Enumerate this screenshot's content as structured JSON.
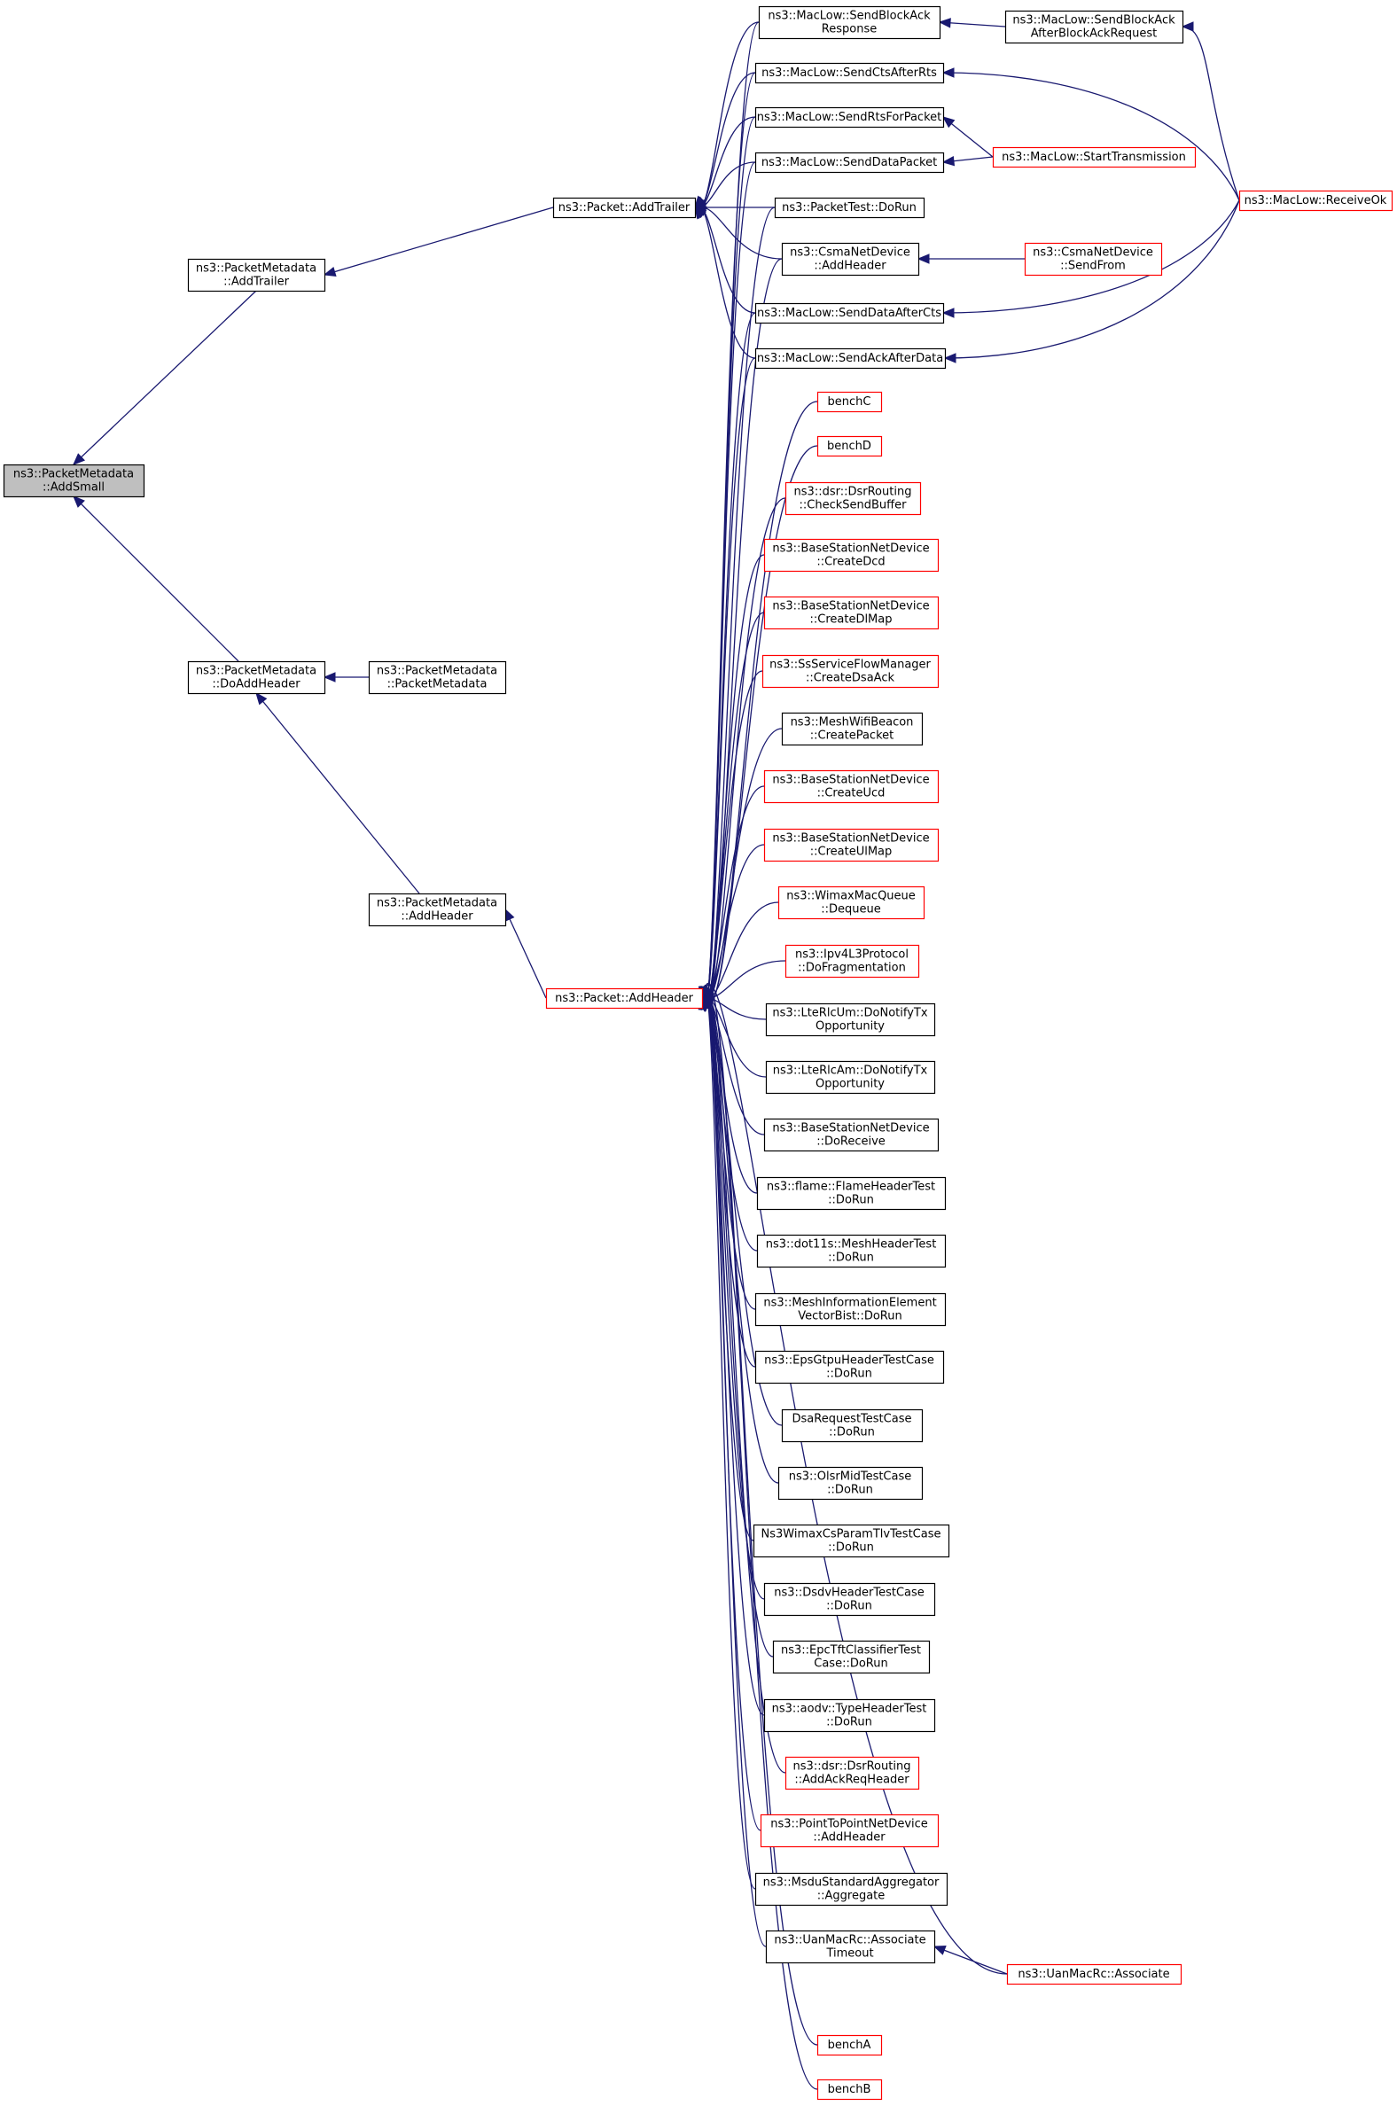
{
  "title": "",
  "colors": {
    "edge": "#191970",
    "node_border_normal": "#000000",
    "node_border_truncated": "#ff0000",
    "node_fill_focus": "#bfbfbf",
    "node_fill": "#ffffff"
  },
  "nodes": {
    "addsmall": {
      "lines": [
        "ns3::PacketMetadata",
        "::AddSmall"
      ],
      "style": "focus"
    },
    "pm_addtrailer": {
      "lines": [
        "ns3::PacketMetadata",
        "::AddTrailer"
      ],
      "style": "normal"
    },
    "pm_doaddheader": {
      "lines": [
        "ns3::PacketMetadata",
        "::DoAddHeader"
      ],
      "style": "normal"
    },
    "pm_ctor": {
      "lines": [
        "ns3::PacketMetadata",
        "::PacketMetadata"
      ],
      "style": "normal"
    },
    "pm_addheader": {
      "lines": [
        "ns3::PacketMetadata",
        "::AddHeader"
      ],
      "style": "normal"
    },
    "packet_addtrailer": {
      "lines": [
        "ns3::Packet::AddTrailer"
      ],
      "style": "normal"
    },
    "packet_addheader": {
      "lines": [
        "ns3::Packet::AddHeader"
      ],
      "style": "truncated"
    },
    "sendblockackresp": {
      "lines": [
        "ns3::MacLow::SendBlockAck",
        "Response"
      ],
      "style": "normal"
    },
    "sendctsafterrts": {
      "lines": [
        "ns3::MacLow::SendCtsAfterRts"
      ],
      "style": "normal"
    },
    "sendrtsforpacket": {
      "lines": [
        "ns3::MacLow::SendRtsForPacket"
      ],
      "style": "normal"
    },
    "senddatapacket": {
      "lines": [
        "ns3::MacLow::SendDataPacket"
      ],
      "style": "normal"
    },
    "packettest": {
      "lines": [
        "ns3::PacketTest::DoRun"
      ],
      "style": "normal"
    },
    "csma_addheader": {
      "lines": [
        "ns3::CsmaNetDevice",
        "::AddHeader"
      ],
      "style": "normal"
    },
    "senddataaftercts": {
      "lines": [
        "ns3::MacLow::SendDataAfterCts"
      ],
      "style": "normal"
    },
    "sendackafterdata": {
      "lines": [
        "ns3::MacLow::SendAckAfterData"
      ],
      "style": "normal"
    },
    "sendblockackafterreq": {
      "lines": [
        "ns3::MacLow::SendBlockAck",
        "AfterBlockAckRequest"
      ],
      "style": "normal"
    },
    "starttransmission": {
      "lines": [
        "ns3::MacLow::StartTransmission"
      ],
      "style": "truncated"
    },
    "csma_sendfrom": {
      "lines": [
        "ns3::CsmaNetDevice",
        "::SendFrom"
      ],
      "style": "truncated"
    },
    "receiveok": {
      "lines": [
        "ns3::MacLow::ReceiveOk"
      ],
      "style": "truncated"
    },
    "benchc": {
      "lines": [
        "benchC"
      ],
      "style": "truncated"
    },
    "benchd": {
      "lines": [
        "benchD"
      ],
      "style": "truncated"
    },
    "checksendbuffer": {
      "lines": [
        "ns3::dsr::DsrRouting",
        "::CheckSendBuffer"
      ],
      "style": "truncated"
    },
    "createdcd": {
      "lines": [
        "ns3::BaseStationNetDevice",
        "::CreateDcd"
      ],
      "style": "truncated"
    },
    "createdlmap": {
      "lines": [
        "ns3::BaseStationNetDevice",
        "::CreateDlMap"
      ],
      "style": "truncated"
    },
    "createdsaack": {
      "lines": [
        "ns3::SsServiceFlowManager",
        "::CreateDsaAck"
      ],
      "style": "truncated"
    },
    "createpacket": {
      "lines": [
        "ns3::MeshWifiBeacon",
        "::CreatePacket"
      ],
      "style": "normal"
    },
    "createucd": {
      "lines": [
        "ns3::BaseStationNetDevice",
        "::CreateUcd"
      ],
      "style": "truncated"
    },
    "createulmap": {
      "lines": [
        "ns3::BaseStationNetDevice",
        "::CreateUlMap"
      ],
      "style": "truncated"
    },
    "dequeue": {
      "lines": [
        "ns3::WimaxMacQueue",
        "::Dequeue"
      ],
      "style": "truncated"
    },
    "dofragmentation": {
      "lines": [
        "ns3::Ipv4L3Protocol",
        "::DoFragmentation"
      ],
      "style": "truncated"
    },
    "rlcum": {
      "lines": [
        "ns3::LteRlcUm::DoNotifyTx",
        "Opportunity"
      ],
      "style": "normal"
    },
    "rlcam": {
      "lines": [
        "ns3::LteRlcAm::DoNotifyTx",
        "Opportunity"
      ],
      "style": "normal"
    },
    "doreceive": {
      "lines": [
        "ns3::BaseStationNetDevice",
        "::DoReceive"
      ],
      "style": "normal"
    },
    "flametest": {
      "lines": [
        "ns3::flame::FlameHeaderTest",
        "::DoRun"
      ],
      "style": "normal"
    },
    "meshheadertest": {
      "lines": [
        "ns3::dot11s::MeshHeaderTest",
        "::DoRun"
      ],
      "style": "normal"
    },
    "meshinfotest": {
      "lines": [
        "ns3::MeshInformationElement",
        "VectorBist::DoRun"
      ],
      "style": "normal"
    },
    "epsgtpu": {
      "lines": [
        "ns3::EpsGtpuHeaderTestCase",
        "::DoRun"
      ],
      "style": "normal"
    },
    "dsarequest": {
      "lines": [
        "DsaRequestTestCase",
        "::DoRun"
      ],
      "style": "normal"
    },
    "olsrmid": {
      "lines": [
        "ns3::OlsrMidTestCase",
        "::DoRun"
      ],
      "style": "normal"
    },
    "cstlv": {
      "lines": [
        "Ns3WimaxCsParamTlvTestCase",
        "::DoRun"
      ],
      "style": "normal"
    },
    "dsdvheader": {
      "lines": [
        "ns3::DsdvHeaderTestCase",
        "::DoRun"
      ],
      "style": "normal"
    },
    "epctft": {
      "lines": [
        "ns3::EpcTftClassifierTest",
        "Case::DoRun"
      ],
      "style": "normal"
    },
    "aodvtype": {
      "lines": [
        "ns3::aodv::TypeHeaderTest",
        "::DoRun"
      ],
      "style": "normal"
    },
    "addackreq": {
      "lines": [
        "ns3::dsr::DsrRouting",
        "::AddAckReqHeader"
      ],
      "style": "truncated"
    },
    "p2p_addheader": {
      "lines": [
        "ns3::PointToPointNetDevice",
        "::AddHeader"
      ],
      "style": "truncated"
    },
    "msdu": {
      "lines": [
        "ns3::MsduStandardAggregator",
        "::Aggregate"
      ],
      "style": "normal"
    },
    "assoctimeout": {
      "lines": [
        "ns3::UanMacRc::Associate",
        "Timeout"
      ],
      "style": "normal"
    },
    "associate": {
      "lines": [
        "ns3::UanMacRc::Associate"
      ],
      "style": "truncated"
    },
    "bencha": {
      "lines": [
        "benchA"
      ],
      "style": "truncated"
    },
    "benchb": {
      "lines": [
        "benchB"
      ],
      "style": "truncated"
    }
  },
  "edges": [
    [
      "pm_addtrailer",
      "addsmall"
    ],
    [
      "pm_doaddheader",
      "addsmall"
    ],
    [
      "pm_ctor",
      "pm_doaddheader"
    ],
    [
      "pm_addheader",
      "pm_doaddheader"
    ],
    [
      "packet_addtrailer",
      "pm_addtrailer"
    ],
    [
      "packet_addheader",
      "pm_addheader"
    ],
    [
      "sendblockackresp",
      "packet_addtrailer"
    ],
    [
      "sendctsafterrts",
      "packet_addtrailer"
    ],
    [
      "sendrtsforpacket",
      "packet_addtrailer"
    ],
    [
      "senddatapacket",
      "packet_addtrailer"
    ],
    [
      "packettest",
      "packet_addtrailer"
    ],
    [
      "csma_addheader",
      "packet_addtrailer"
    ],
    [
      "senddataaftercts",
      "packet_addtrailer"
    ],
    [
      "sendackafterdata",
      "packet_addtrailer"
    ],
    [
      "sendblockackafterreq",
      "sendblockackresp"
    ],
    [
      "receiveok",
      "sendctsafterrts"
    ],
    [
      "starttransmission",
      "sendrtsforpacket"
    ],
    [
      "starttransmission",
      "senddatapacket"
    ],
    [
      "csma_sendfrom",
      "csma_addheader"
    ],
    [
      "receiveok",
      "senddataaftercts"
    ],
    [
      "receiveok",
      "sendackafterdata"
    ],
    [
      "receiveok",
      "sendblockackafterreq"
    ],
    [
      "sendblockackresp",
      "packet_addheader"
    ],
    [
      "sendctsafterrts",
      "packet_addheader"
    ],
    [
      "sendrtsforpacket",
      "packet_addheader"
    ],
    [
      "senddatapacket",
      "packet_addheader"
    ],
    [
      "packettest",
      "packet_addheader"
    ],
    [
      "csma_addheader",
      "packet_addheader"
    ],
    [
      "senddataaftercts",
      "packet_addheader"
    ],
    [
      "sendackafterdata",
      "packet_addheader"
    ],
    [
      "benchc",
      "packet_addheader"
    ],
    [
      "benchd",
      "packet_addheader"
    ],
    [
      "checksendbuffer",
      "packet_addheader"
    ],
    [
      "createdcd",
      "packet_addheader"
    ],
    [
      "createdlmap",
      "packet_addheader"
    ],
    [
      "createdsaack",
      "packet_addheader"
    ],
    [
      "createpacket",
      "packet_addheader"
    ],
    [
      "createucd",
      "packet_addheader"
    ],
    [
      "createulmap",
      "packet_addheader"
    ],
    [
      "dequeue",
      "packet_addheader"
    ],
    [
      "dofragmentation",
      "packet_addheader"
    ],
    [
      "rlcum",
      "packet_addheader"
    ],
    [
      "rlcam",
      "packet_addheader"
    ],
    [
      "doreceive",
      "packet_addheader"
    ],
    [
      "flametest",
      "packet_addheader"
    ],
    [
      "meshheadertest",
      "packet_addheader"
    ],
    [
      "meshinfotest",
      "packet_addheader"
    ],
    [
      "epsgtpu",
      "packet_addheader"
    ],
    [
      "dsarequest",
      "packet_addheader"
    ],
    [
      "olsrmid",
      "packet_addheader"
    ],
    [
      "cstlv",
      "packet_addheader"
    ],
    [
      "dsdvheader",
      "packet_addheader"
    ],
    [
      "epctft",
      "packet_addheader"
    ],
    [
      "aodvtype",
      "packet_addheader"
    ],
    [
      "addackreq",
      "packet_addheader"
    ],
    [
      "p2p_addheader",
      "packet_addheader"
    ],
    [
      "msdu",
      "packet_addheader"
    ],
    [
      "assoctimeout",
      "packet_addheader"
    ],
    [
      "associate",
      "packet_addheader"
    ],
    [
      "bencha",
      "packet_addheader"
    ],
    [
      "benchb",
      "packet_addheader"
    ],
    [
      "associate",
      "assoctimeout"
    ]
  ]
}
